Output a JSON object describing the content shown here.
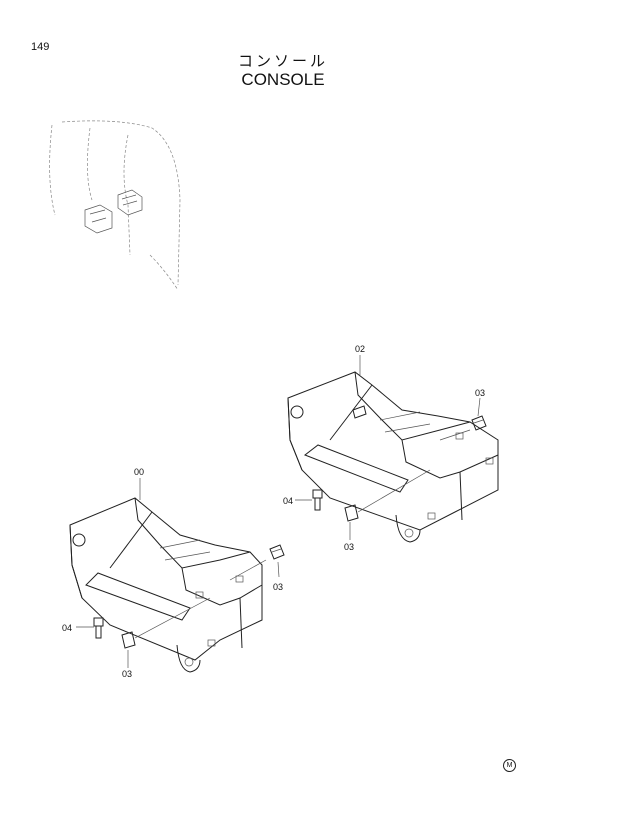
{
  "page": {
    "number": "149"
  },
  "title": {
    "japanese": "コンソール",
    "english": "CONSOLE"
  },
  "callouts": {
    "part_00": "00",
    "part_02": "02",
    "part_03_right": "03",
    "part_03_right_lower": "03",
    "part_03_left": "03",
    "part_03_left_lower": "03",
    "part_04_right": "04",
    "part_04_left": "04"
  },
  "footer_mark": "M"
}
